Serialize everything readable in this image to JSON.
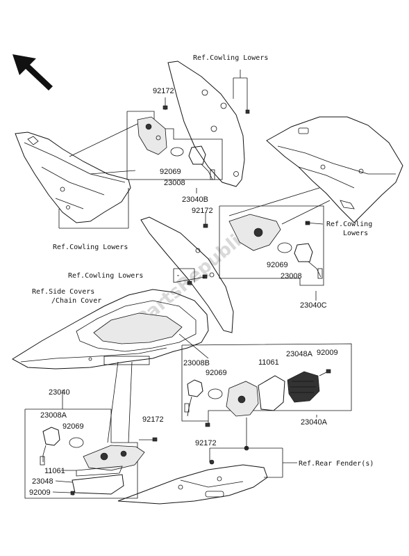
{
  "labels": {
    "ref_cowling_lowers_top": "Ref.Cowling Lowers",
    "p92172_a": "92172",
    "p92069_a": "92069",
    "p23008_a": "23008",
    "p23040B": "23040B",
    "ref_cowling_lowers_left": "Ref.Cowling Lowers",
    "p92172_b": "92172",
    "ref_cowling_lowers_right_1": "Ref.Cowling",
    "ref_cowling_lowers_right_2": "Lowers",
    "p92069_b": "92069",
    "p23008_b": "23008",
    "ref_cowling_lowers_mid": "Ref.Cowling Lowers",
    "ref_side_covers_1": "Ref.Side Covers",
    "ref_side_covers_2": "/Chain Cover",
    "p23040C": "23040C",
    "p23008B": "23008B",
    "p92069_c": "92069",
    "p11061_a": "11061",
    "p23048A": "23048A",
    "p92009_a": "92009",
    "p23040A": "23040A",
    "p23040": "23040",
    "p23008A": "23008A",
    "p92069_d": "92069",
    "p92172_c": "92172",
    "p92172_d": "92172",
    "ref_rear_fender": "Ref.Rear Fender(s)",
    "p11061_b": "11061",
    "p23048": "23048",
    "p92009_b": "92009"
  },
  "watermark": "PartsRepublik"
}
